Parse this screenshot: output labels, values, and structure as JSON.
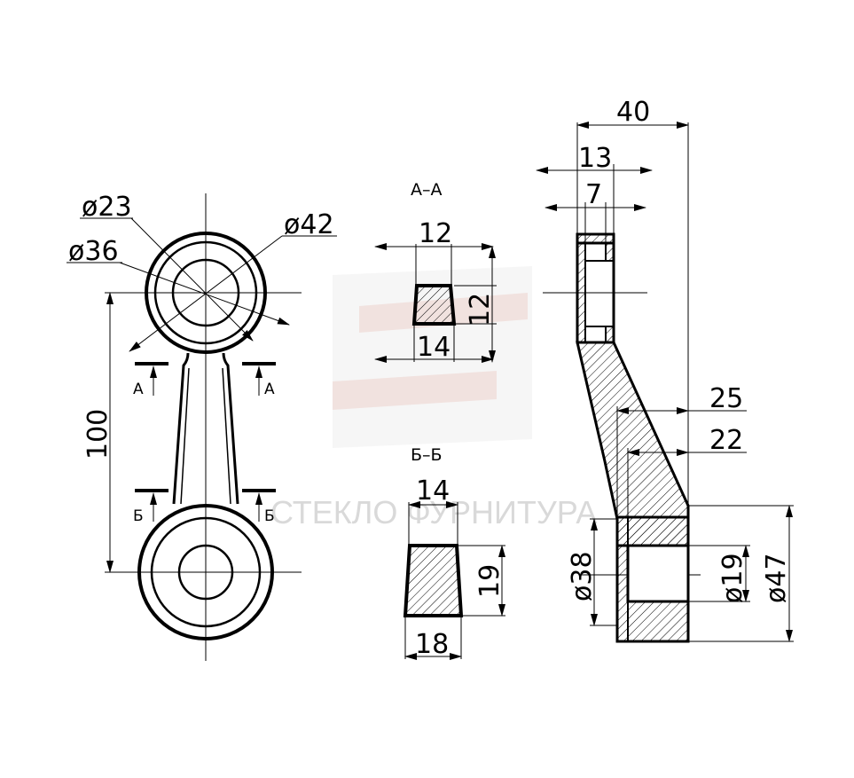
{
  "watermark": {
    "text": "СТЕКЛО ФУРНИТУРА",
    "colors": {
      "red": "#f2c9bf",
      "grey": "#e6e6e6",
      "text": "#d9d9d9"
    }
  },
  "front_view": {
    "dims": {
      "d23": "ø23",
      "d36": "ø36",
      "d42": "ø42",
      "len100": "100"
    },
    "cut_a": "А",
    "cut_b": "Б"
  },
  "section_aa": {
    "title": "А–А",
    "dims": {
      "top": "12",
      "height": "12",
      "bottom": "14"
    }
  },
  "section_bb": {
    "title": "Б–Б",
    "dims": {
      "top": "14",
      "height": "19",
      "bottom": "18"
    }
  },
  "side_view": {
    "dims": {
      "w40": "40",
      "w13": "13",
      "w7": "7",
      "w25": "25",
      "w22": "22",
      "d38": "ø38",
      "d19": "ø19",
      "d47": "ø47"
    }
  },
  "colors": {
    "line": "#000000",
    "background": "#ffffff"
  }
}
